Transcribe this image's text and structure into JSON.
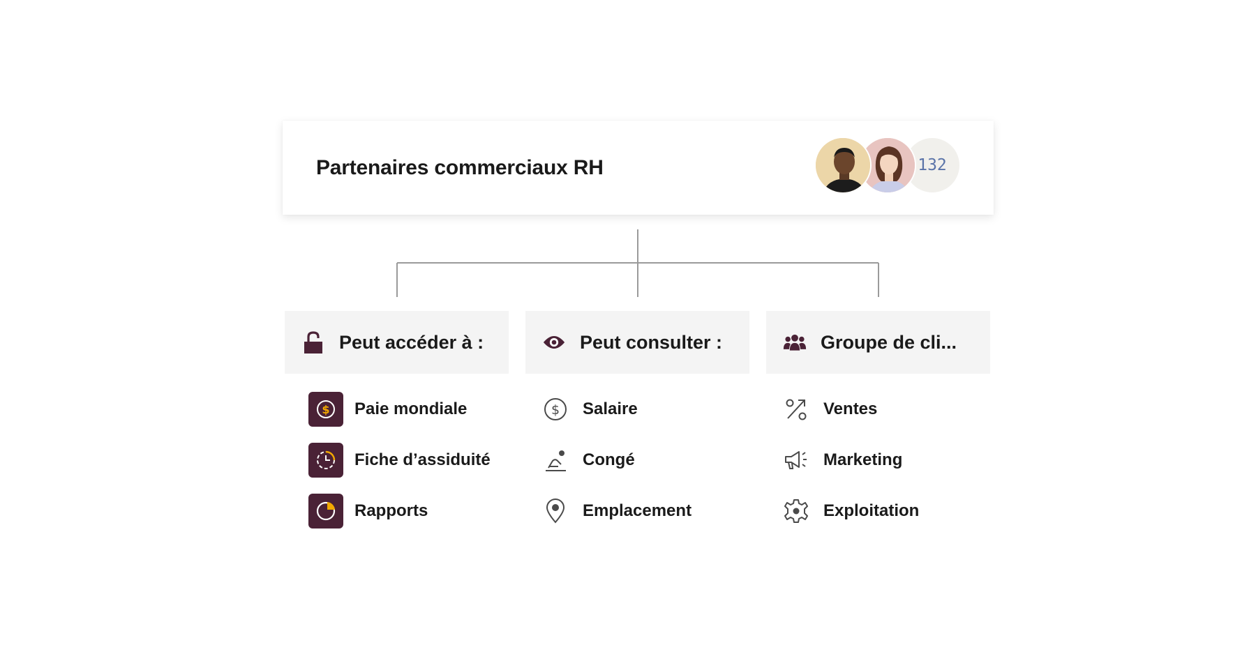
{
  "group": {
    "title": "Partenaires commerciaux RH",
    "member_count": "132"
  },
  "colors": {
    "accent": "#4a2236",
    "highlight": "#f2a900",
    "count_text": "#5a73a8",
    "header_bg": "#f4f4f4"
  },
  "columns": [
    {
      "heading": "Peut accéder à :",
      "icon": "unlocked-padlock-icon",
      "items": [
        {
          "label": "Paie mondiale",
          "icon": "dollar-circle-tile-icon"
        },
        {
          "label": "Fiche d’assiduité",
          "icon": "clock-tile-icon"
        },
        {
          "label": "Rapports",
          "icon": "pie-chart-tile-icon"
        }
      ]
    },
    {
      "heading": "Peut consulter :",
      "icon": "eye-icon",
      "items": [
        {
          "label": "Salaire",
          "icon": "dollar-circle-icon"
        },
        {
          "label": "Congé",
          "icon": "beach-chair-icon"
        },
        {
          "label": "Emplacement",
          "icon": "map-pin-icon"
        }
      ]
    },
    {
      "heading": "Groupe de cli...",
      "icon": "people-group-icon",
      "items": [
        {
          "label": "Ventes",
          "icon": "percent-icon"
        },
        {
          "label": "Marketing",
          "icon": "megaphone-icon"
        },
        {
          "label": "Exploitation",
          "icon": "gear-icon"
        }
      ]
    }
  ]
}
